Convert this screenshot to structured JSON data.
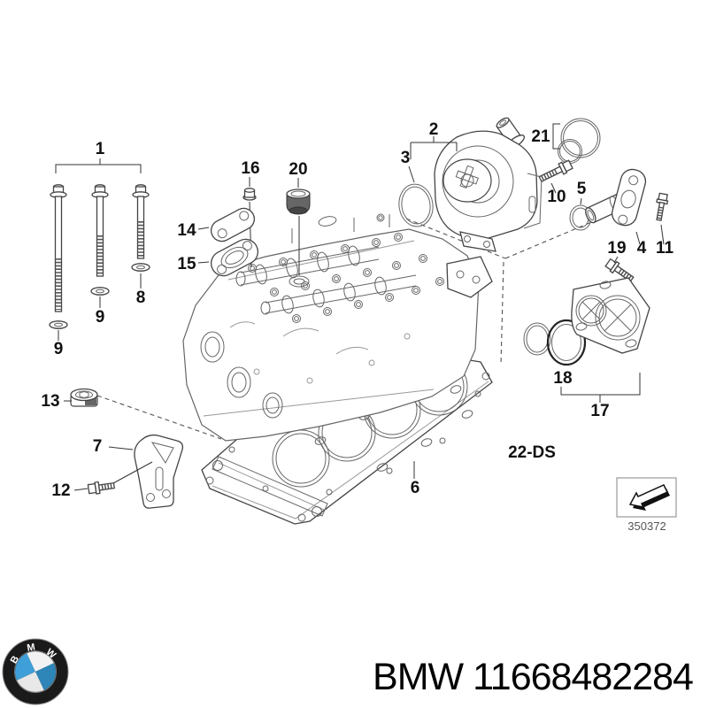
{
  "diagram": {
    "callouts": {
      "c1": "1",
      "c2": "2",
      "c3": "3",
      "c4": "4",
      "c5": "5",
      "c6": "6",
      "c7": "7",
      "c8": "8",
      "c9_left": "9",
      "c9_middle": "9",
      "c10": "10",
      "c11": "11",
      "c12": "12",
      "c13": "13",
      "c14": "14",
      "c15": "15",
      "c16": "16",
      "c17": "17",
      "c18": "18",
      "c19": "19",
      "c20": "20",
      "c21": "21"
    },
    "section_code": "22-DS",
    "image_number": "350372"
  },
  "footer": {
    "logo": "BMW",
    "text": "BMW 11668482284"
  },
  "colors": {
    "roundel_blue": "#3f9fd8",
    "roundel_blue_dark": "#2e86b8",
    "line_color": "#444444"
  }
}
